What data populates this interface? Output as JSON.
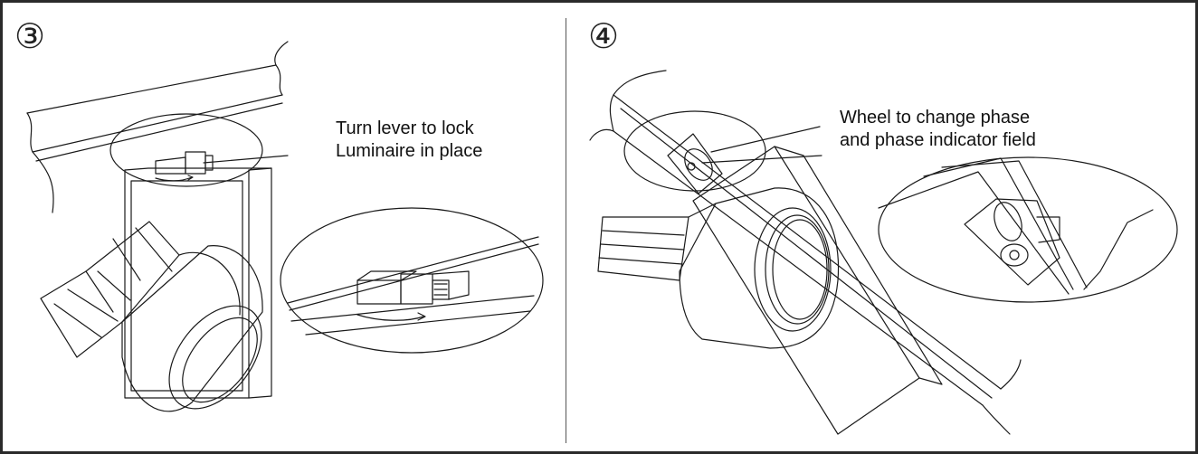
{
  "steps": {
    "left": {
      "number": "③",
      "callout_lines": [
        "Turn lever to lock",
        "Luminaire in place"
      ]
    },
    "right": {
      "number": "④",
      "callout_lines": [
        "Wheel to change phase",
        "and phase indicator field"
      ]
    }
  },
  "colors": {
    "line": "#1a1a1a",
    "frame": "#2a2a2a",
    "background": "#ffffff"
  }
}
